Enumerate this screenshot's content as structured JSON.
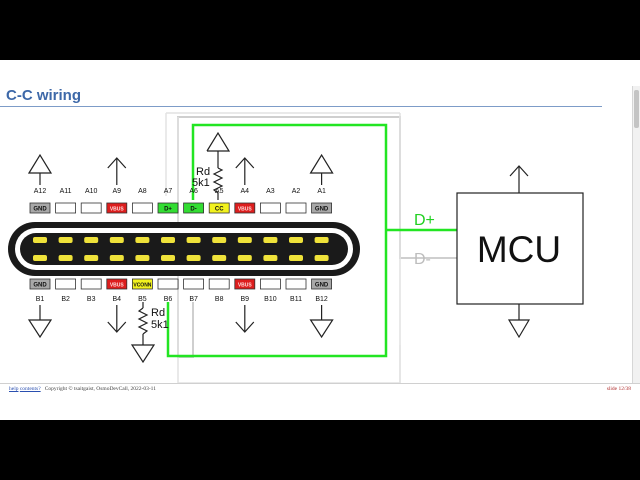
{
  "slide": {
    "title": "C-C wiring"
  },
  "pins_top": [
    "A12",
    "A11",
    "A10",
    "A9",
    "A8",
    "A7",
    "A6",
    "A5",
    "A4",
    "A3",
    "A2",
    "A1"
  ],
  "pins_bottom": [
    "B1",
    "B2",
    "B3",
    "B4",
    "B5",
    "B6",
    "B7",
    "B8",
    "B9",
    "B10",
    "B11",
    "B12"
  ],
  "top_boxes": [
    {
      "label": "GND",
      "color": "#a8a8a8"
    },
    {
      "label": "",
      "color": "#ffffff"
    },
    {
      "label": "",
      "color": "#ffffff"
    },
    {
      "label": "VBUS",
      "color": "#dd1e1e"
    },
    {
      "label": "",
      "color": "#ffffff"
    },
    {
      "label": "D+",
      "color": "#33dd33"
    },
    {
      "label": "D-",
      "color": "#33dd33"
    },
    {
      "label": "CC",
      "color": "#f2f21e"
    },
    {
      "label": "VBUS",
      "color": "#dd1e1e"
    },
    {
      "label": "",
      "color": "#ffffff"
    },
    {
      "label": "",
      "color": "#ffffff"
    },
    {
      "label": "GND",
      "color": "#a8a8a8"
    }
  ],
  "bottom_boxes": [
    {
      "label": "GND",
      "color": "#a8a8a8"
    },
    {
      "label": "",
      "color": "#ffffff"
    },
    {
      "label": "",
      "color": "#ffffff"
    },
    {
      "label": "VBUS",
      "color": "#dd1e1e"
    },
    {
      "label": "VCONN",
      "color": "#f2f21e"
    },
    {
      "label": "",
      "color": "#ffffff"
    },
    {
      "label": "",
      "color": "#ffffff"
    },
    {
      "label": "",
      "color": "#ffffff"
    },
    {
      "label": "VBUS",
      "color": "#dd1e1e"
    },
    {
      "label": "",
      "color": "#ffffff"
    },
    {
      "label": "",
      "color": "#ffffff"
    },
    {
      "label": "GND",
      "color": "#a8a8a8"
    }
  ],
  "resistor_top": {
    "name": "Rd",
    "value": "5k1"
  },
  "resistor_bottom": {
    "name": "Rd",
    "value": "5k1"
  },
  "mcu": {
    "label": "MCU"
  },
  "signals": {
    "dplus": "D+",
    "dminus": "D-"
  },
  "colors": {
    "dplus_wire": "#22e522",
    "dminus_wire": "#cfcfcf",
    "title": "#3d68a8"
  },
  "footer": {
    "help": "help",
    "contents": "contents?",
    "copyright": "Copyright © tsaitgaist, OsmoDevCall, 2022-03-11",
    "slide": "slide 12/38"
  }
}
